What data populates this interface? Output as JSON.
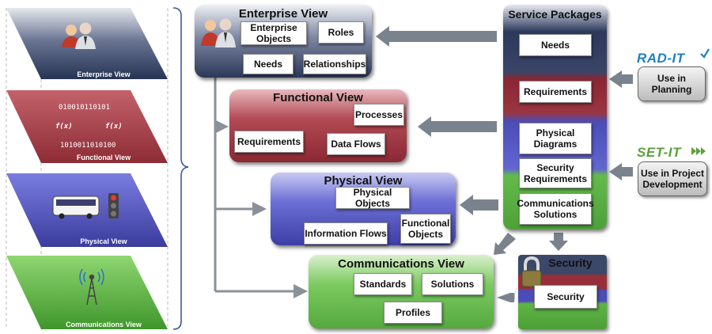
{
  "views": [
    {
      "label": "Enterprise View"
    },
    {
      "label": "Functional View"
    },
    {
      "label": "Physical View"
    },
    {
      "label": "Communications View"
    }
  ],
  "enterprise": {
    "title": "Enterprise View",
    "objects": "Enterprise Objects",
    "roles": "Roles",
    "needs": "Needs",
    "relationships": "Relationships"
  },
  "functional": {
    "title": "Functional View",
    "processes": "Processes",
    "requirements": "Requirements",
    "dataflows": "Data Flows",
    "binary_top": "010010110101",
    "binary_bottom": "1010011010100",
    "fx": "f(x)"
  },
  "physical": {
    "title": "Physical View",
    "objects": "Physical Objects",
    "functional_objects": "Functional Objects",
    "info_flows": "Information Flows"
  },
  "communications": {
    "title": "Communications View",
    "standards": "Standards",
    "solutions": "Solutions",
    "profiles": "Profiles"
  },
  "service_packages": {
    "title": "Service Packages",
    "items": [
      "Needs",
      "Requirements",
      "Physical Diagrams",
      "Security Requirements",
      "Communications Solutions"
    ]
  },
  "security": {
    "title": "Security",
    "item": "Security"
  },
  "tools": [
    {
      "logo": "RAD-IT",
      "label": "Use in Planning"
    },
    {
      "logo": "SET-IT",
      "label": "Use in Project Development"
    }
  ],
  "colors": {
    "enterprise": "#2f3e63",
    "functional": "#a83a45",
    "physical": "#4c4fb8",
    "communications": "#62b84a",
    "arrow": "#7a838d",
    "rad_it": "#1f7fc2",
    "set_it": "#5aa03a"
  }
}
